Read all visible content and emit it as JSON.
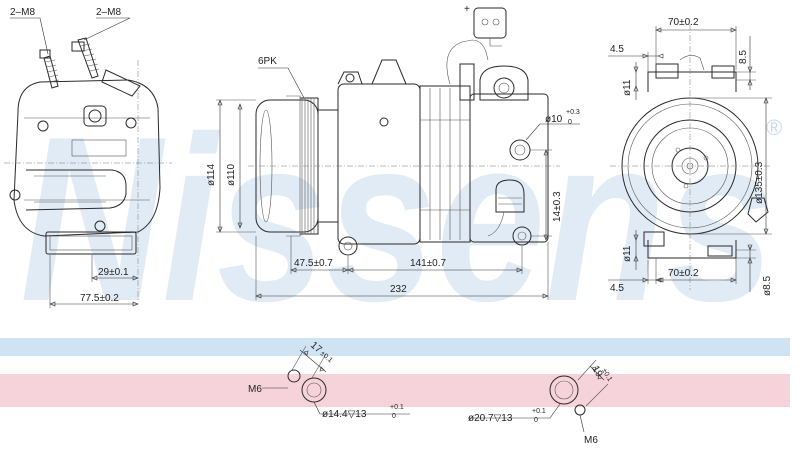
{
  "brand": {
    "watermark": "Nissens",
    "registered_mark": "®"
  },
  "colors": {
    "band_blue": "#cfe3f2",
    "band_pink": "#f6d3da",
    "line": "#2a2a2a",
    "watermark": "#c9dced"
  },
  "left_view": {
    "thread_left": "2–M8",
    "thread_right": "2–M8",
    "dim_29": "29±0.1",
    "dim_77_5": "77.5±0.2"
  },
  "center_view": {
    "belt_label": "6PK",
    "dia_114": "ø114",
    "dia_110": "ø110",
    "dim_47_5": "47.5±0.7",
    "dim_141": "141±0.7",
    "dim_232": "232",
    "dia_10": "ø10",
    "dia_10_tol_upper": "+0.3",
    "dia_10_tol_lower": "0",
    "dim_14": "14±0.3",
    "connector_plus": "+"
  },
  "right_view": {
    "dim_70_top": "70±0.2",
    "dim_4_5_top": "4.5",
    "dim_8_5_top": "8.5",
    "dia_11_top": "ø11",
    "dia_135": "ø135±0.3",
    "dia_11_bottom": "ø11",
    "dim_4_5_bottom": "4.5",
    "dim_70_bottom": "70±0.2",
    "dim_8_5_bottom": "ø8.5"
  },
  "port_small": {
    "dim_17": "17",
    "dim_17_tol": "±0.1",
    "thread": "M6",
    "bore": "ø14.4▽13",
    "bore_tol_upper": "+0.1",
    "bore_tol_lower": "0"
  },
  "port_large": {
    "dim_19": "19",
    "dim_19_tol": "±0.1",
    "thread": "M6",
    "bore": "ø20.7▽13",
    "bore_tol_upper": "+0.1",
    "bore_tol_lower": "0"
  }
}
